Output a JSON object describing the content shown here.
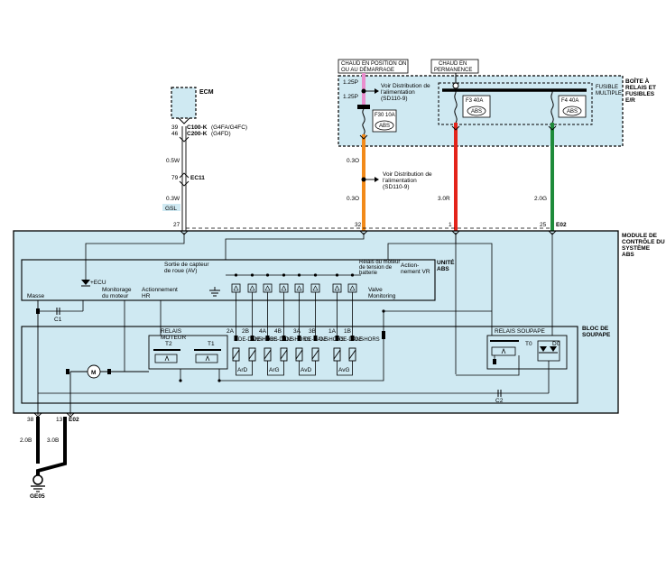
{
  "colors": {
    "panel_fill": "#cfe9f2",
    "wire_pink": "#e98fce",
    "wire_orange": "#f28a1a",
    "wire_red": "#e3241b",
    "wire_green": "#1e8b3a",
    "ground": "#000000"
  },
  "ecm": {
    "title": "ECM",
    "pin_top": "39",
    "pin_bottom": "46",
    "conn1_code": "C100-K",
    "conn1_variant": "(G4FA/G4FC)",
    "conn2_code": "C200-K",
    "conn2_variant": "(G4FD)",
    "wire1": "0.5W",
    "splice_pin": "79",
    "splice_name": "EC11",
    "wire2": "0.3W",
    "gsl": "GSL",
    "abs_pin": "27"
  },
  "fuse_box": {
    "title": "BOÎTE À RELAIS ET FUSIBLES E/R",
    "hot_ign_label": "CHAUD EN POSITION ON OU AU DÉMARRAGE",
    "hot_perm_label": "CHAUD EN PERMANENCE",
    "multifuse_label": "FUSIBLE MULTIPLE",
    "wire_top_1": "1.25P",
    "wire_top_2": "1.25P",
    "ref_text_1a": "Voir Distribution de",
    "ref_text_1b": "l'alimentation",
    "ref_text_1c": "(SD110-9)",
    "fuse_f30": "F30 10A",
    "fuse_f3": "F3 40A",
    "fuse_f4": "F4 40A",
    "fuse_icon_label": "ABS"
  },
  "wires": {
    "orange_1": "0.3O",
    "orange_2": "0.3O",
    "ref_text_2a": "Voir Distribution de",
    "ref_text_2b": "l'alimentation",
    "ref_text_2c": "(SD110-9)",
    "red": "3.0R",
    "green": "2.0G",
    "pin_orange": "32",
    "pin_red": "1",
    "pin_green": "25",
    "conn_e02": "E02"
  },
  "abs_module": {
    "title": "MODULE DE CONTRÔLE DU SYSTÈME ABS",
    "unit_title": "UNITÉ ABS",
    "wheel_sensor_a": "Sortie de capteur",
    "wheel_sensor_b": "de roue (AV)",
    "ecu_label": "+ECU",
    "masse_label": "Masse",
    "motor_mon_a": "Monitorage",
    "motor_mon_b": "du moteur",
    "hr_act_a": "Actionnement",
    "hr_act_b": "HR",
    "relay_batt_a": "Relais du moteur",
    "relay_batt_b": "de tension de",
    "relay_batt_c": "batterie",
    "vr_act_a": "Action-",
    "vr_act_b": "nement VR",
    "valve_mon_a": "Valve",
    "valve_mon_b": "Monitoring",
    "c1": "C1",
    "c2": "C2"
  },
  "valve_block": {
    "title": "BLOC DE SOUPAPE",
    "motor_relay_a": "RELAIS",
    "motor_relay_b": "MOTEUR",
    "t2": "T2",
    "t1": "T1",
    "valve_relay": "RELAIS SOUPAPE",
    "t0": "T0",
    "d0": "D0",
    "motor_symbol": "M",
    "valve_ids": [
      "2A",
      "2B",
      "4A",
      "4B",
      "3A",
      "3B",
      "1A",
      "1B"
    ],
    "valve_in": "DE-DANS",
    "valve_out": "DE-HORS",
    "group_labels": [
      "ArD",
      "ArG",
      "AvD",
      "AvG"
    ]
  },
  "ground": {
    "pin_1": "38",
    "pin_2": "13",
    "conn": "E02",
    "wire_1": "2.0B",
    "wire_2": "3.0B",
    "ground_name": "GE05"
  }
}
